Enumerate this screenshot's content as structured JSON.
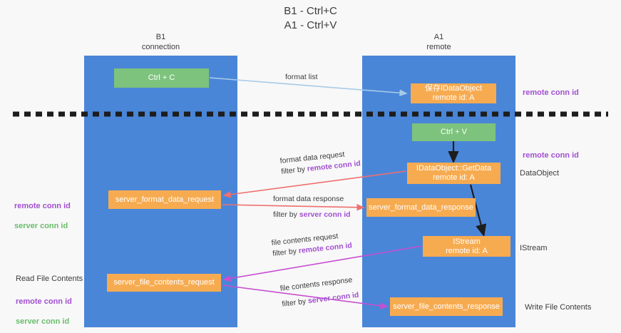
{
  "title": "B1 - Ctrl+C\nA1 - Ctrl+V",
  "colors": {
    "lane": "#4a86d8",
    "green_node": "#7dc37d",
    "orange_node": "#f7ab50",
    "remote_conn_id": "#a24fd0",
    "server_conn_id": "#6bbd6b",
    "arrow_blue": "#a7cbe8",
    "arrow_red": "#ef6f6f",
    "arrow_magenta": "#c74fd0",
    "arrow_black": "#1d1d1d",
    "divider": "#1d1d1d",
    "background": "#f8f8f8"
  },
  "lanes": [
    {
      "id": "b1",
      "title": "B1\nconnection"
    },
    {
      "id": "a1",
      "title": "A1\nremote"
    }
  ],
  "nodes": {
    "ctrl_c": "Ctrl + C",
    "save_idataobject": "保存IDataObject\nremote id: A",
    "ctrl_v": "Ctrl + V",
    "getdata": "IDataObject::GetData\nremote id: A",
    "server_format_data_request": "server_format_data_request",
    "server_format_data_response": "server_format_data_response",
    "istream": "IStream\nremote id: A",
    "server_file_contents_request": "server_file_contents_request",
    "server_file_contents_response": "server_file_contents_response"
  },
  "side_labels": {
    "remote_conn_id_top": "remote conn id",
    "remote_conn_id_mid": "remote conn id",
    "dataobject": "DataObject",
    "istream": "IStream",
    "write_file_contents": "Write File Contents",
    "read_file_contents": "Read File Contents",
    "left_ids": {
      "remote": "remote conn id",
      "server": "server conn id"
    }
  },
  "edge_labels": {
    "format_list": "format list",
    "format_data_request": "format data request",
    "format_data_request_filter_prefix": "filter by ",
    "format_data_request_filter_key": "remote conn id",
    "format_data_response": "format data response",
    "format_data_response_filter_prefix": "filter by ",
    "format_data_response_filter_key": "server conn id",
    "file_contents_request": "file contents request",
    "file_contents_request_filter_prefix": "filter by ",
    "file_contents_request_filter_key": "remote conn id",
    "file_contents_response": "file contents response",
    "file_contents_response_filter_prefix": "filter by ",
    "file_contents_response_filter_key": "server conn id"
  }
}
